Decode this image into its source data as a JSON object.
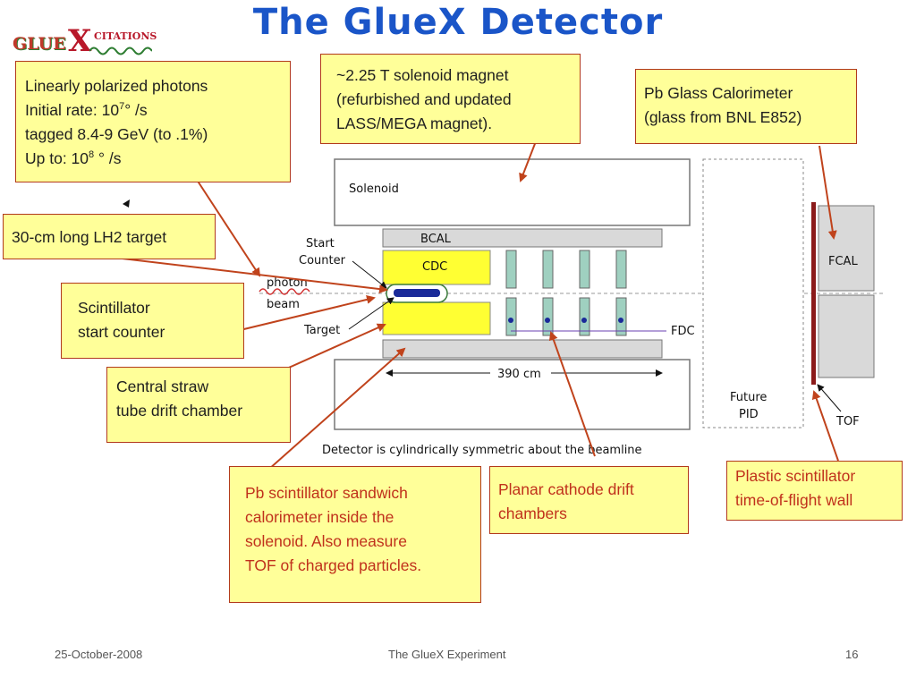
{
  "title": "The GlueX Detector",
  "logo": {
    "text_glue": "GLUE",
    "text_x": "X",
    "text_citations": "CITATIONS"
  },
  "boxes": {
    "photons": {
      "line1": "Linearly polarized photons",
      "line2_pre": "Initial rate: 10",
      "line2_sup": "7",
      "line2_post": "° /s",
      "line3": "tagged 8.4-9 GeV (to .1%)",
      "line4_pre": "Up to: 10",
      "line4_sup": "8",
      "line4_post": " ° /s"
    },
    "solenoid_magnet": {
      "line1": "~2.25 T solenoid magnet",
      "line2": "(refurbished and updated",
      "line3": "LASS/MEGA magnet)."
    },
    "pb_glass": {
      "line1": "Pb Glass Calorimeter",
      "line2": "(glass from BNL E852)"
    },
    "target": {
      "line1": "30-cm long LH2 target"
    },
    "scintillator": {
      "line1": "Scintillator",
      "line2": "start counter"
    },
    "central_straw": {
      "line1": "Central straw",
      "line2": "tube drift chamber"
    },
    "pb_scint": {
      "line1": "Pb scintillator sandwich",
      "line2": "calorimeter inside the",
      "line3": "solenoid. Also measure",
      "line4": "TOF of charged particles."
    },
    "planar": {
      "line1": "Planar cathode drift",
      "line2": "chambers"
    },
    "plastic": {
      "line1": "Plastic scintillator",
      "line2": "time-of-flight wall"
    }
  },
  "diagram": {
    "solenoid": "Solenoid",
    "bcal": "BCAL",
    "start_counter_1": "Start",
    "start_counter_2": "Counter",
    "cdc": "CDC",
    "photon_1": "photon",
    "photon_2": "beam",
    "target": "Target",
    "fdc": "FDC",
    "length": "390 cm",
    "fcal": "FCAL",
    "future_pid_1": "Future",
    "future_pid_2": "PID",
    "tof": "TOF",
    "caption": "Detector is cylindrically symmetric about the beamline"
  },
  "footer": {
    "date": "25-October-2008",
    "center": "The GlueX Experiment",
    "page": "16"
  },
  "colors": {
    "title": "#1a55c8",
    "box_fill": "#ffff99",
    "box_border": "#b23a1c",
    "arrow": "#c0431c",
    "cdc_fill": "#ffff33",
    "fdc_fill": "#9fd0c0",
    "tof_wall": "#8b1a1a"
  }
}
